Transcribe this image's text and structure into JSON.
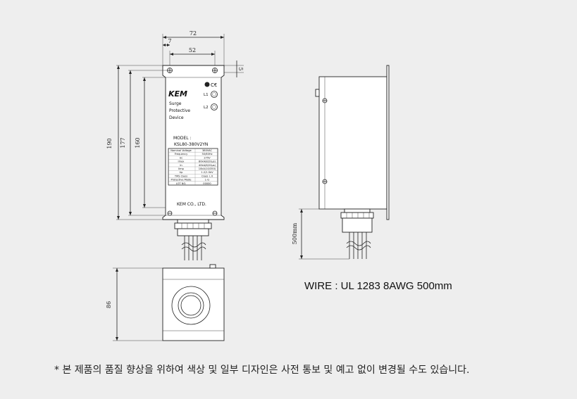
{
  "dimensions": {
    "top_width": "72",
    "hole_spacing": "52",
    "hole_offset": "7",
    "hole_margin": "5",
    "overall_height": "190",
    "mid_height": "177",
    "inner_height": "160",
    "wire_length": "500mm",
    "depth": "86"
  },
  "device": {
    "brand": "KEM",
    "lines": [
      "Surge",
      "Protective",
      "Device"
    ],
    "lamp1": "L1",
    "lamp2": "L2",
    "model_label": "MODEL :",
    "model_no": "KSL80-380V2YN",
    "maker": "KEM CO., LTD."
  },
  "spec_table": [
    [
      "Nominal Voltage",
      "380VAC"
    ],
    [
      "Frequency",
      "50/60Hz"
    ],
    [
      "Uc",
      "275V"
    ],
    [
      "Imax",
      "80kA(8/20μs)"
    ],
    [
      "In",
      "40kA(8/20μs)"
    ],
    [
      "Iimp",
      "10kA(10/350)"
    ],
    [
      "Up",
      "1.2/1.5kV"
    ],
    [
      "TMS Class",
      "Class I, II"
    ],
    [
      "Protective Mode",
      "L-G"
    ],
    [
      "LOT NO.",
      "00000"
    ]
  ],
  "wire_spec": "WIRE : UL 1283 8AWG 500mm",
  "footnote": "* 본 제품의 품질 향상을 위하여 색상 및 일부 디자인은 사전 통보 및 예고 없이 변경될 수도 있습니다."
}
